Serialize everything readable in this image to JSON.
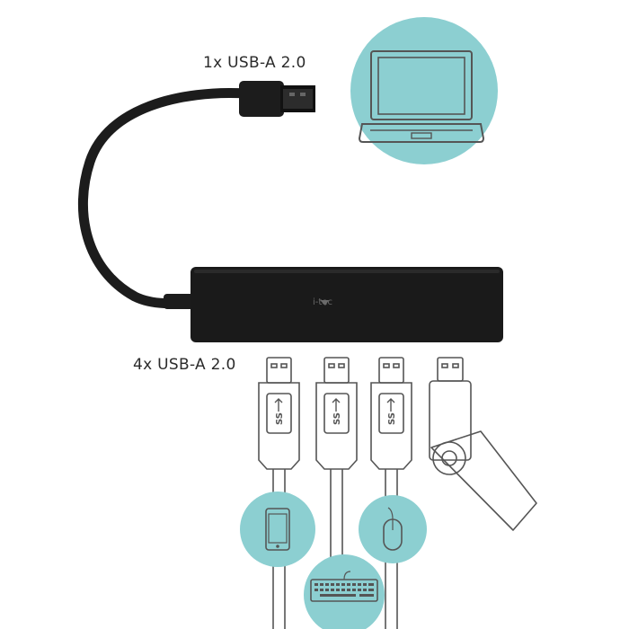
{
  "labels": {
    "input_port": "1x USB-A 2.0",
    "output_ports": "4x USB-A 2.0",
    "brand_logo": "i-tec"
  },
  "usb_symbol_text": "SS",
  "colors": {
    "circle": "#8ccfd1",
    "hub": "#1a1a1a",
    "cable": "#1c1c1c",
    "outline": "#555555"
  },
  "icons": [
    "laptop-icon",
    "smartphone-icon",
    "keyboard-icon",
    "mouse-icon",
    "usb-flash-drive-icon"
  ]
}
